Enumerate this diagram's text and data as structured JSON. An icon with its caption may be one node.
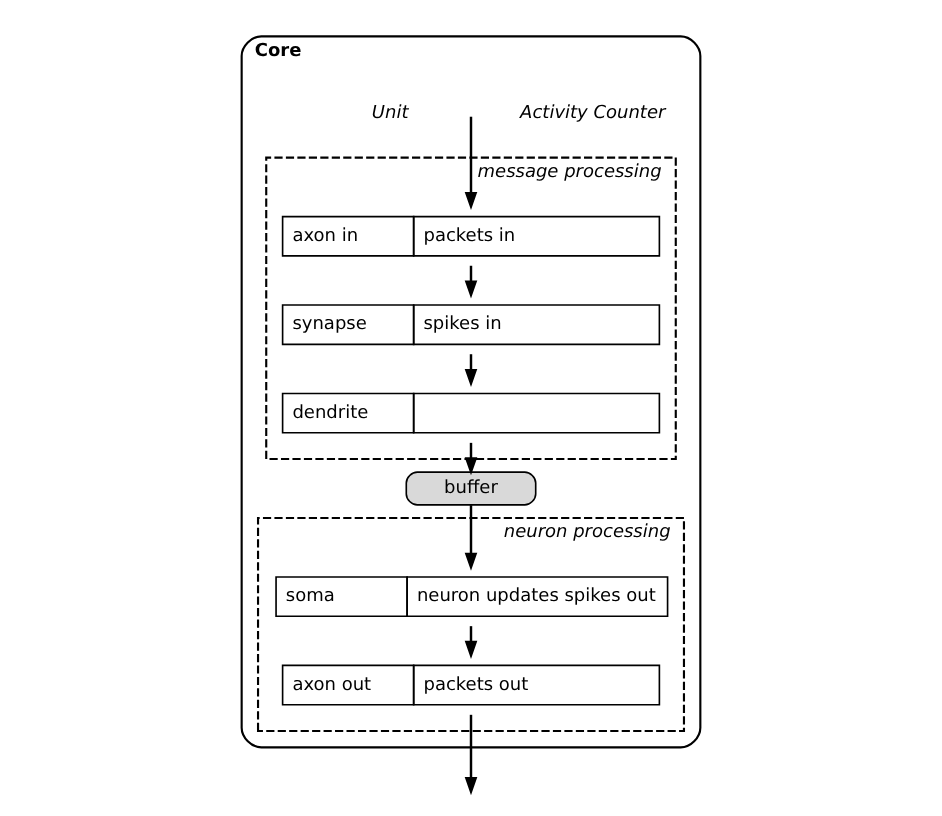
{
  "diagram": {
    "nodes": [
      {
        "text": [
          "Core"
        ]
      },
      {
        "text": [
          "message processing"
        ],
        "in": 0
      },
      {
        "text": [
          "axon in",
          "packets in"
        ],
        "in": 1
      },
      {
        "text": [
          "synapse",
          "spikes in"
        ],
        "in": 1
      },
      {
        "text": [
          "dendrite"
        ],
        "in": 1
      },
      {
        "text": [
          "buffer"
        ],
        "in": 0
      },
      {
        "text": [
          "neuron processing"
        ],
        "in": 0
      },
      {
        "text": [
          "soma",
          "neuron updates spikes out"
        ],
        "in": 6
      },
      {
        "text": [
          "axon out",
          "packets out"
        ],
        "in": 6
      }
    ],
    "edges": [
      {
        "from": null,
        "to": 2,
        "arrow": "to"
      },
      {
        "from": 2,
        "to": 3,
        "arrow": "to"
      },
      {
        "from": 3,
        "to": 4,
        "arrow": "to"
      },
      {
        "from": 4,
        "to": 5,
        "arrow": "to"
      },
      {
        "from": 5,
        "to": 7,
        "arrow": "to"
      },
      {
        "from": 7,
        "to": 8,
        "arrow": "to"
      },
      {
        "from": 8,
        "to": null,
        "arrow": "to"
      }
    ],
    "labels": [
      "Unit",
      "Activity Counter"
    ]
  }
}
